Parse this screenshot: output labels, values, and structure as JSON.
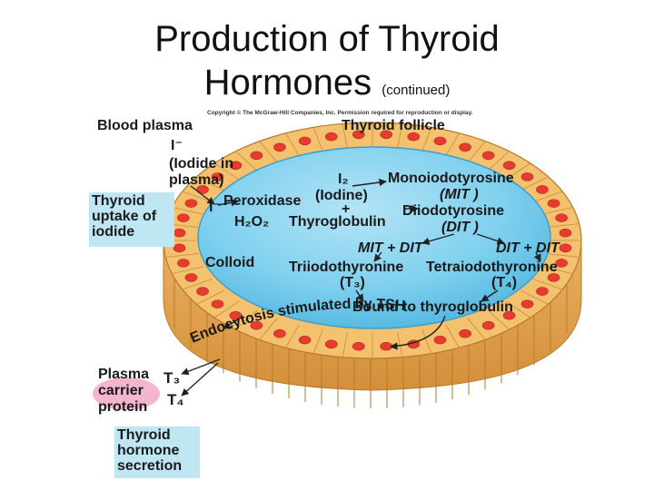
{
  "title": {
    "line1": "Production of Thyroid",
    "line2": "Hormones",
    "suffix": "(continued)"
  },
  "copyright": "Copyright © The McGraw-Hill Companies, Inc. Permission required for reproduction or display.",
  "labels": {
    "blood_plasma": "Blood plasma",
    "thyroid_follicle": "Thyroid follicle",
    "iodide_ion": "I⁻",
    "iodide_in_plasma_1": "(Iodide in",
    "iodide_in_plasma_2": "plasma)",
    "thyroid_uptake_1": "Thyroid",
    "thyroid_uptake_2": "uptake of",
    "thyroid_uptake_3": "iodide",
    "iodide_entry": "I⁻",
    "peroxidase": "Peroxidase",
    "h2o2": "H₂O₂",
    "i2": "I₂",
    "iodine": "(Iodine)",
    "plus": "+",
    "thyroglobulin": "Thyroglobulin",
    "monoiodotyrosine": "Monoiodotyrosine",
    "mit": "(MIT )",
    "diiodotyrosine": "Diiodotyrosine",
    "dit": "(DIT )",
    "mit_dit": "MIT + DIT",
    "dit_dit": "DIT + DIT",
    "colloid": "Colloid",
    "triiodothyronine": "Triiodothyronine",
    "t3_paren": "(T₃)",
    "tetraiodothyronine": "Tetraiodothyronine",
    "t4_paren": "(T₄)",
    "bound_to_thyroglobulin": "Bound to thyroglobulin",
    "endocytosis": "Endocytosis stimulated by TSH",
    "plasma_carrier_1": "Plasma",
    "plasma_carrier_2": "carrier",
    "plasma_carrier_3": "protein",
    "t3": "T₃",
    "t4": "T₄",
    "secretion_1": "Thyroid",
    "secretion_2": "hormone",
    "secretion_3": "secretion"
  },
  "colors": {
    "colloid": "#6cc8ea",
    "colloid_highlight": "#b4e4f6",
    "cell_top": "#f4c16e",
    "cell_side": "#e3a248",
    "nucleus": "#e63b2e",
    "cell_border": "#b87a2f",
    "label_box": "#bfe6f3",
    "carrier": "#f4b5cf"
  }
}
